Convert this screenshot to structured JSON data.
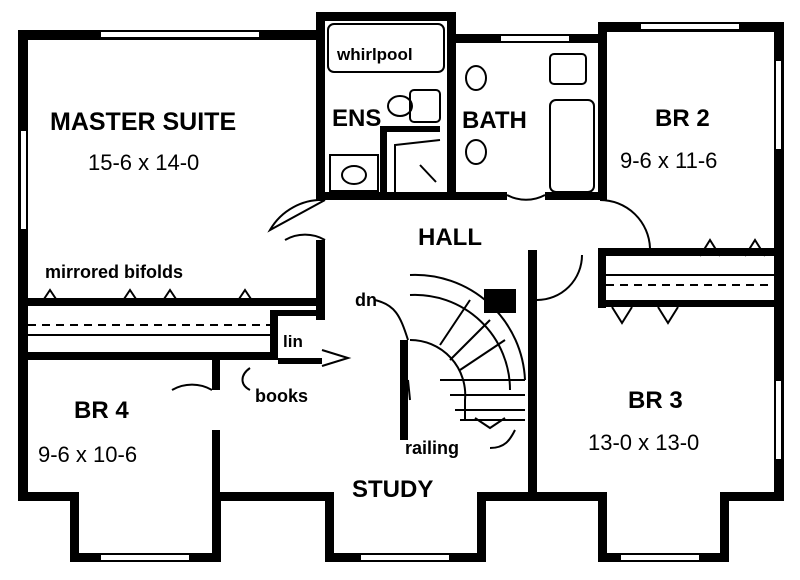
{
  "rooms": {
    "master": {
      "name": "MASTER SUITE",
      "size": "15-6 x 14-0"
    },
    "ens": {
      "name": "ENS"
    },
    "bath": {
      "name": "BATH"
    },
    "br2": {
      "name": "BR 2",
      "size": "9-6 x 11-6"
    },
    "hall": {
      "name": "HALL"
    },
    "br3": {
      "name": "BR 3",
      "size": "13-0 x 13-0"
    },
    "br4": {
      "name": "BR 4",
      "size": "9-6 x 10-6"
    },
    "study": {
      "name": "STUDY"
    }
  },
  "notes": {
    "whirlpool": "whirlpool",
    "mirrored_bifolds": "mirrored bifolds",
    "lin": "lin",
    "dn": "dn",
    "books": "books",
    "railing": "railing"
  }
}
